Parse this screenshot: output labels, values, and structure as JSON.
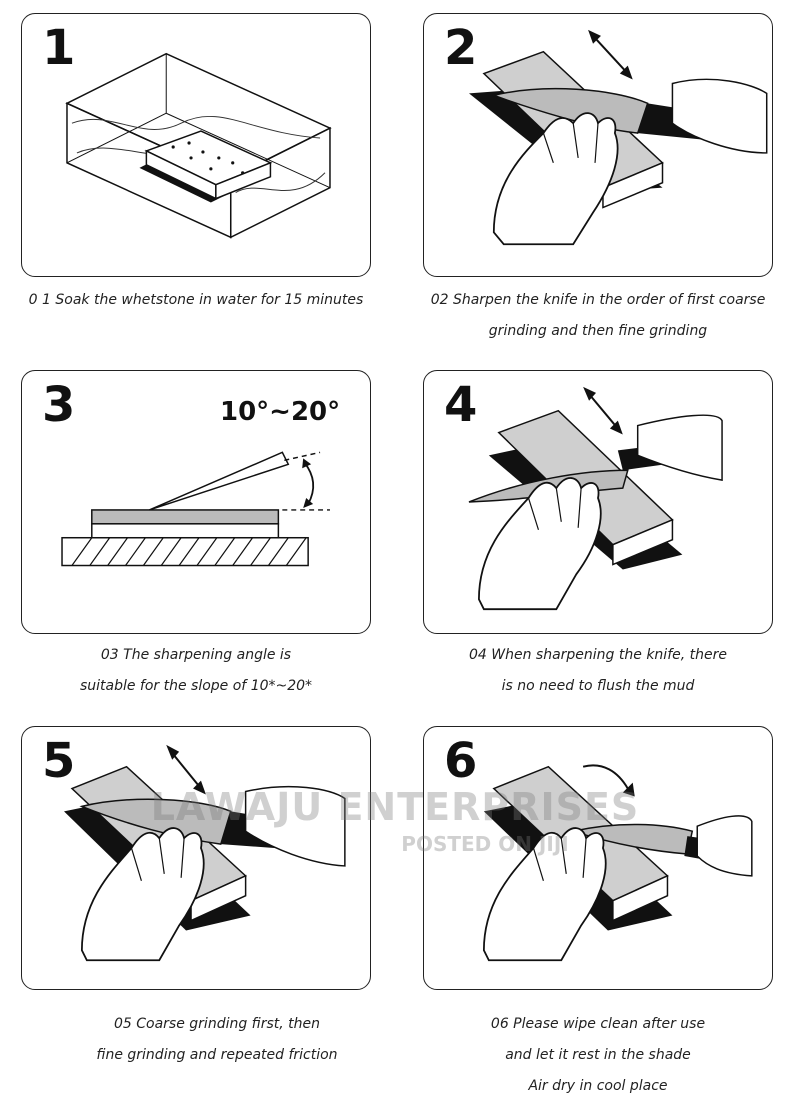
{
  "steps": [
    {
      "number": "1",
      "caption_lines": [
        "0 1 Soak the whetstone in water for 15 minutes"
      ]
    },
    {
      "number": "2",
      "caption_lines": [
        "02 Sharpen the knife in the order of first coarse",
        "grinding and then fine grinding"
      ]
    },
    {
      "number": "3",
      "caption_lines": [
        "03 The sharpening angle is",
        "suitable for the slope of 10*~20*"
      ],
      "angle_label": "10°~20°"
    },
    {
      "number": "4",
      "caption_lines": [
        "04 When sharpening the knife, there",
        "is no need to flush the mud"
      ]
    },
    {
      "number": "5",
      "caption_lines": [
        "05 Coarse grinding first, then",
        "fine grinding and repeated friction"
      ]
    },
    {
      "number": "6",
      "caption_lines": [
        "06 Please wipe clean after use",
        "and let it rest in the shade",
        "Air dry in cool place"
      ]
    }
  ],
  "watermark": {
    "line1": "LAWAJU ENTERPRISES",
    "line2": "POSTED ON JIJI"
  }
}
